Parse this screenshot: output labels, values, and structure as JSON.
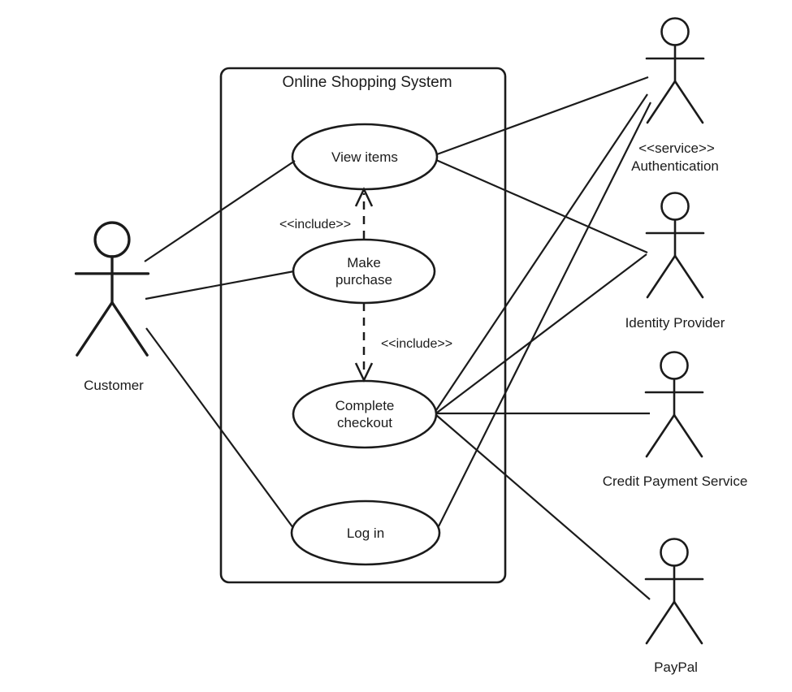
{
  "system": {
    "title": "Online Shopping System"
  },
  "use_cases": [
    {
      "id": "view-items",
      "lines": [
        "View items"
      ]
    },
    {
      "id": "make-purchase",
      "lines": [
        "Make",
        "purchase"
      ]
    },
    {
      "id": "complete-checkout",
      "lines": [
        "Complete",
        "checkout"
      ]
    },
    {
      "id": "log-in",
      "lines": [
        "Log in"
      ]
    }
  ],
  "actors": [
    {
      "id": "customer",
      "lines": [
        "Customer"
      ]
    },
    {
      "id": "authentication",
      "lines": [
        "<<service>>",
        "Authentication"
      ]
    },
    {
      "id": "identity-provider",
      "lines": [
        "Identity Provider"
      ]
    },
    {
      "id": "credit-payment-service",
      "lines": [
        "Credit Payment Service"
      ]
    },
    {
      "id": "paypal",
      "lines": [
        "PayPal"
      ]
    }
  ],
  "relationships": {
    "includes": [
      {
        "from": "Make purchase",
        "to": "View items",
        "label": "<<include>>"
      },
      {
        "from": "Make purchase",
        "to": "Complete checkout",
        "label": "<<include>>"
      }
    ],
    "associations": [
      {
        "from": "Customer",
        "to": "View items"
      },
      {
        "from": "Customer",
        "to": "Make purchase"
      },
      {
        "from": "Customer",
        "to": "Log in"
      },
      {
        "from": "View items",
        "to": "Authentication"
      },
      {
        "from": "View items",
        "to": "Identity Provider"
      },
      {
        "from": "Complete checkout",
        "to": "Authentication"
      },
      {
        "from": "Complete checkout",
        "to": "Identity Provider"
      },
      {
        "from": "Complete checkout",
        "to": "Credit Payment Service"
      },
      {
        "from": "Complete checkout",
        "to": "PayPal"
      },
      {
        "from": "Log in",
        "to": "Authentication"
      }
    ]
  },
  "colors": {
    "stroke": "#1b1b1b",
    "background": "#ffffff"
  }
}
